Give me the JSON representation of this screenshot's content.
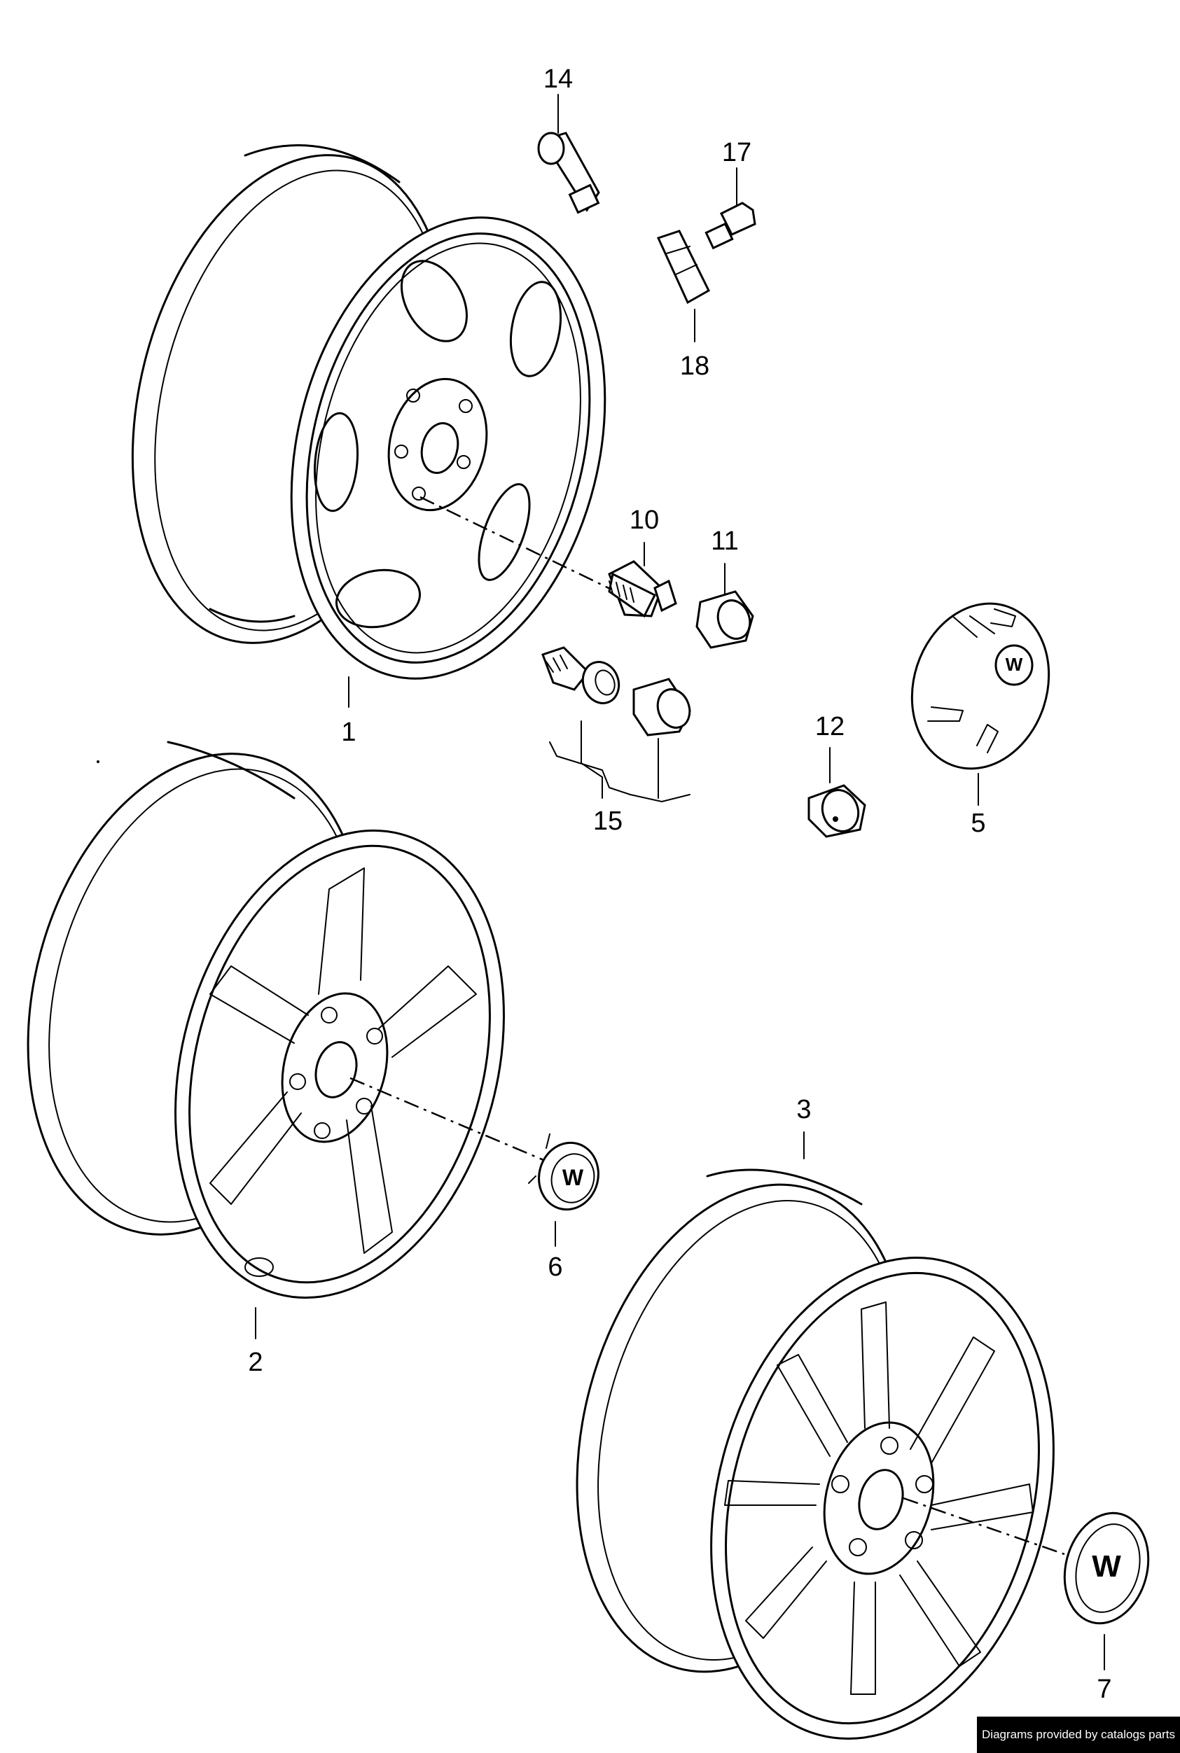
{
  "callouts": {
    "p1": "1",
    "p2": "2",
    "p3": "3",
    "p5": "5",
    "p6": "6",
    "p7": "7",
    "p10": "10",
    "p11": "11",
    "p12": "12",
    "p14": "14",
    "p15": "15",
    "p17": "17",
    "p18": "18"
  },
  "footer": {
    "credit": "Diagrams provided by catalogs parts"
  }
}
